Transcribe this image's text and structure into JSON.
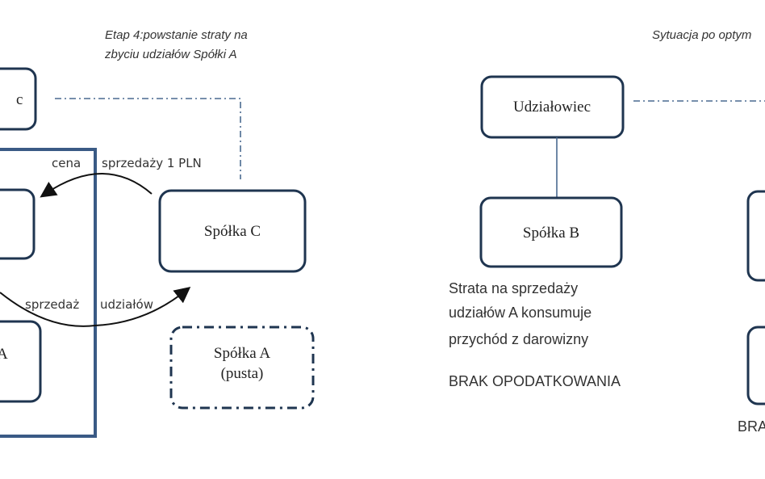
{
  "left": {
    "title_line1": "Etap 4:powstanie straty na",
    "title_line2": "zbyciu udziałów Spółki A",
    "shareholder_partial": "c",
    "company_a_partial": "A",
    "company_c": "Spółka C",
    "company_a_empty_line1": "Spółka A",
    "company_a_empty_line2": "(pusta)",
    "price_label_1": "cena",
    "price_label_2": "sprzedaży 1 PLN",
    "sale_label_1": "sprzedaż",
    "sale_label_2": "udziałów"
  },
  "right": {
    "title": "Sytuacja po optym",
    "shareholder": "Udziałowiec",
    "company_b": "Spółka B",
    "note_line1": "Strata na sprzedaży",
    "note_line2": "udziałów A konsumuje",
    "note_line3": "przychód z darowizny",
    "no_tax": "BRAK OPODATKOWANIA",
    "partial_text": "BRA"
  },
  "colors": {
    "frame": "#3a5a85",
    "box_stroke": "#1f3550",
    "dashdot": "#4a6a90"
  }
}
